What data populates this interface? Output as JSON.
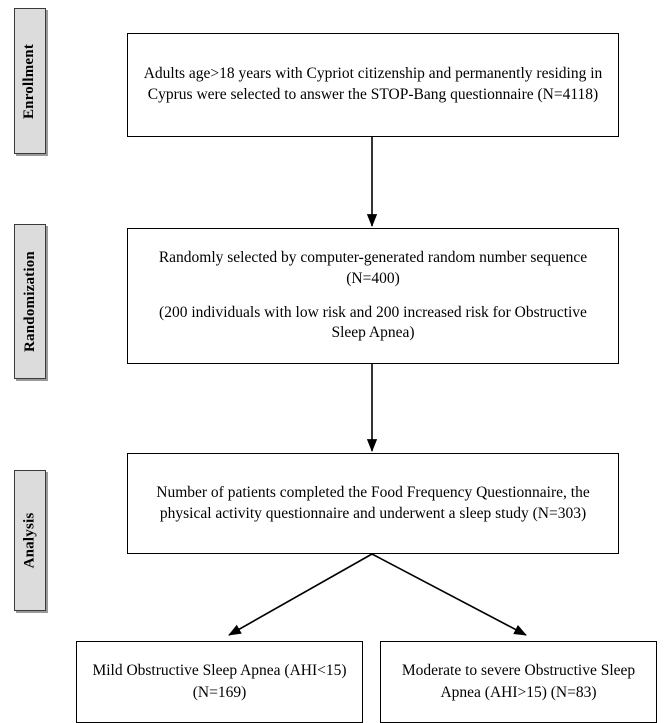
{
  "diagram": {
    "title": "CONSORT-style participant flow diagram",
    "colors": {
      "stage_tab_fill": "#dcdcdc",
      "stage_tab_border": "#3a3a3a",
      "box_border": "#000000",
      "box_fill": "#ffffff",
      "connector": "#000000",
      "text": "#000000"
    },
    "stages": [
      {
        "id": "enrollment",
        "label": "Enrollment"
      },
      {
        "id": "randomization",
        "label": "Randomization"
      },
      {
        "id": "analysis",
        "label": "Analysis"
      }
    ],
    "boxes": [
      {
        "id": "enrollment-box",
        "stage": "enrollment",
        "lines": [
          "Adults age>18 years with Cypriot citizenship and permanently residing in Cyprus were selected to answer the STOP-Bang questionnaire (N=4118)"
        ],
        "n": 4118
      },
      {
        "id": "randomization-box",
        "stage": "randomization",
        "lines": [
          "Randomly selected by computer-generated random number sequence (N=400)",
          "(200 individuals with low risk and 200 increased risk for Obstructive Sleep Apnea)"
        ],
        "n": 400,
        "low_risk": 200,
        "increased_risk": 200
      },
      {
        "id": "analysis-box",
        "stage": "analysis",
        "lines": [
          "Number of patients completed the Food Frequency Questionnaire, the physical activity questionnaire and underwent a sleep study (N=303)"
        ],
        "n": 303
      },
      {
        "id": "mild-osa-box",
        "stage": "analysis",
        "lines": [
          "Mild Obstructive Sleep Apnea (AHI<15) (N=169)"
        ],
        "n": 169,
        "criterion": "AHI<15"
      },
      {
        "id": "moderate-severe-osa-box",
        "stage": "analysis",
        "lines": [
          "Moderate to severe Obstructive Sleep Apnea (AHI>15) (N=83)"
        ],
        "n": 83,
        "criterion": "AHI>15"
      }
    ],
    "arrows": [
      {
        "id": "arrow-enrollment-to-randomization",
        "from": "enrollment-box",
        "to": "randomization-box",
        "kind": "vertical"
      },
      {
        "id": "arrow-randomization-to-analysis",
        "from": "randomization-box",
        "to": "analysis-box",
        "kind": "vertical"
      },
      {
        "id": "arrow-analysis-to-mild",
        "from": "analysis-box",
        "to": "mild-osa-box",
        "kind": "diagonal-left"
      },
      {
        "id": "arrow-analysis-to-moderate-severe",
        "from": "analysis-box",
        "to": "moderate-severe-osa-box",
        "kind": "diagonal-right"
      }
    ]
  }
}
